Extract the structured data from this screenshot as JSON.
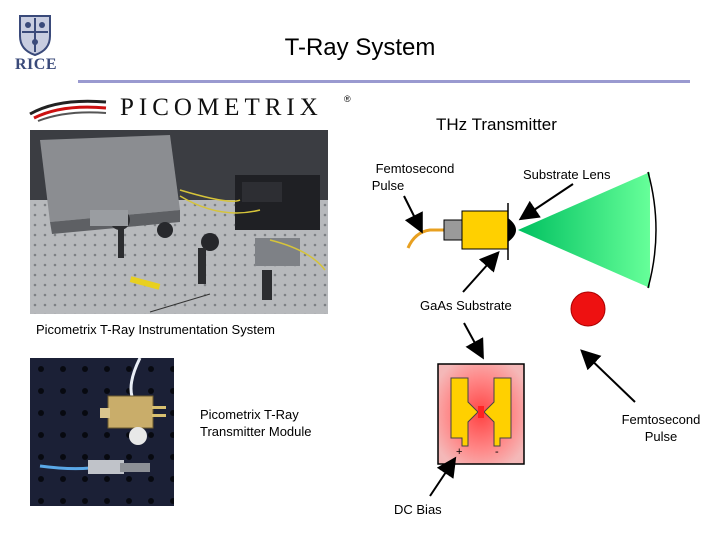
{
  "header": {
    "logo_text": "RICE",
    "title": "T-Ray System",
    "brand": "PICOMETRIX"
  },
  "diagram": {
    "transmitter_title": "THz Transmitter",
    "femtosecond_pulse_top": [
      "Femtosecond",
      "Pulse"
    ],
    "substrate_lens": "Substrate Lens",
    "gaas_substrate": "GaAs Substrate",
    "dc_bias": "DC Bias",
    "femtosecond_pulse_right": [
      "Femtosecond",
      "Pulse"
    ],
    "plus": "+",
    "minus": "-"
  },
  "captions": {
    "system_caption": "Picometrix T-Ray Instrumentation System",
    "module_caption": [
      "Picometrix T-Ray",
      "Transmitter Module"
    ]
  },
  "colors": {
    "accent_rule": "#9a9ad0",
    "beam_green": "#22dd66",
    "laser_red": "#ee1111",
    "block_yellow": "#ffd000"
  }
}
